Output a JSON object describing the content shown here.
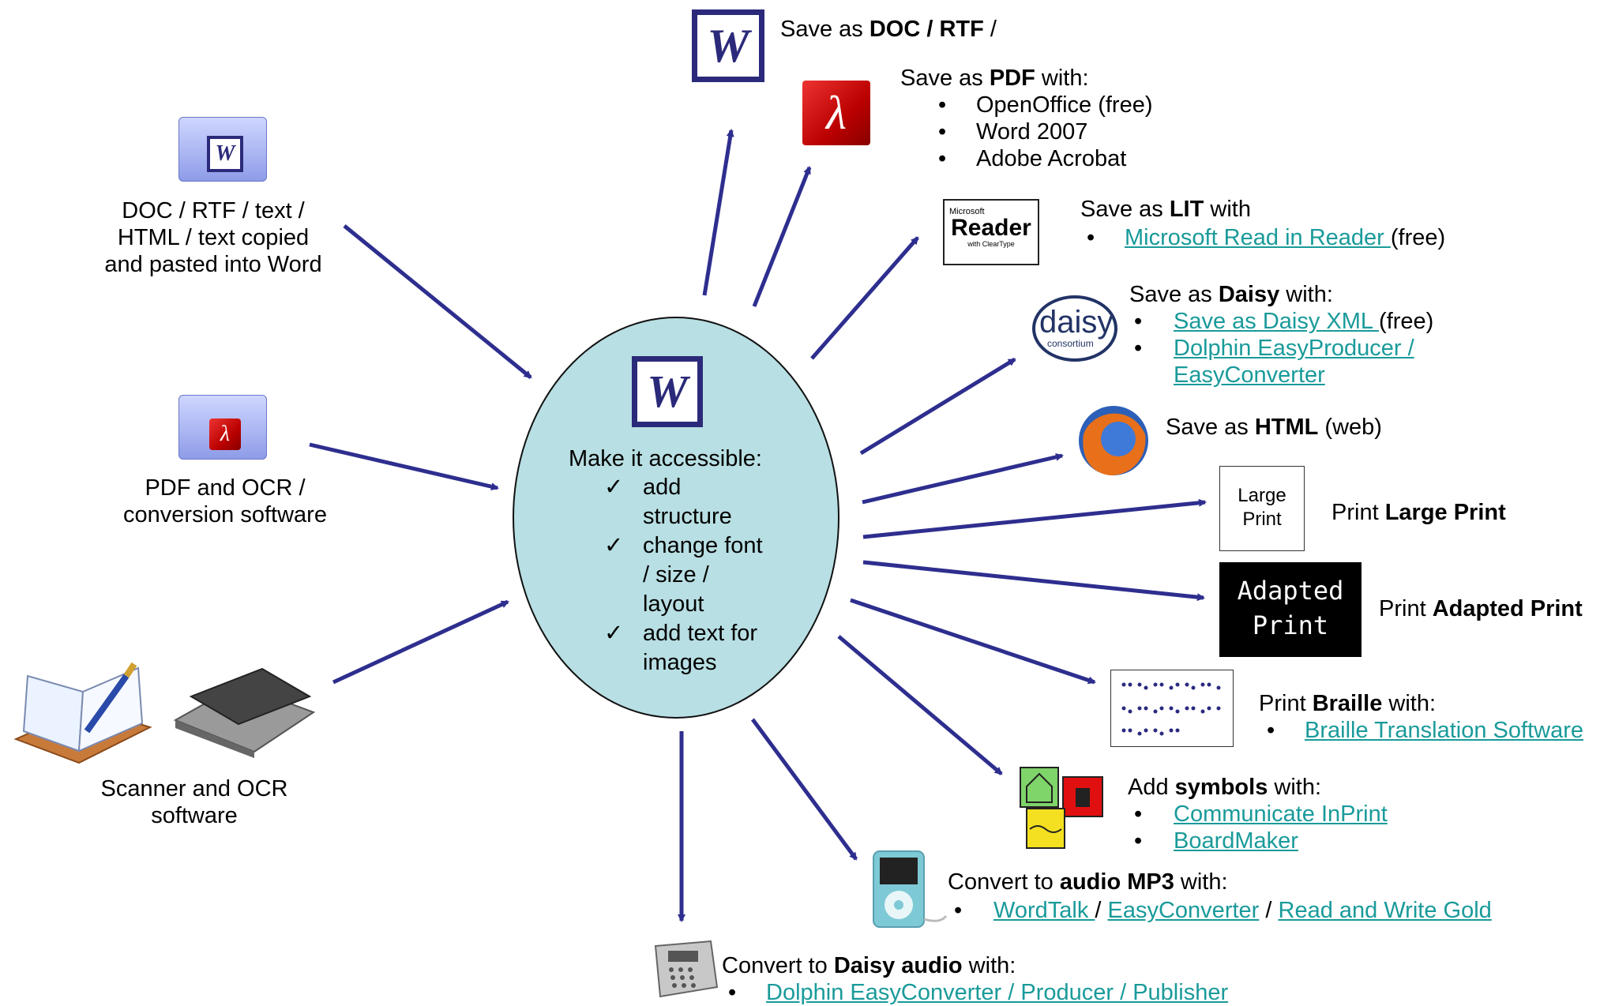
{
  "inputs": {
    "doc_text": [
      "DOC / RTF / text /",
      "HTML / text copied",
      "and pasted into Word"
    ],
    "pdf_text": [
      "PDF and OCR /",
      "conversion software"
    ],
    "scanner_text": [
      "Scanner and OCR",
      "software"
    ]
  },
  "center": {
    "title": "Make it accessible:",
    "check": "✓",
    "items": [
      [
        "add",
        "structure"
      ],
      [
        "change font",
        "/ size /",
        "layout"
      ],
      [
        "add text for",
        "images"
      ]
    ]
  },
  "bullet": "•",
  "outputs": {
    "doc": {
      "pre": "Save as ",
      "bold": "DOC / RTF",
      "post": " /"
    },
    "pdf": {
      "pre": "Save as ",
      "bold": "PDF",
      "post": " with:",
      "items": [
        "OpenOffice (free)",
        "Word 2007",
        "Adobe Acrobat"
      ]
    },
    "lit": {
      "pre": "Save as ",
      "bold": "LIT",
      "post": " with",
      "link": "Microsoft Read in Reader ",
      "after": "(free)",
      "logo_small": "Microsoft",
      "logo": "Reader",
      "logo_sub": "with ClearType"
    },
    "daisy": {
      "pre": "Save as ",
      "bold": "Daisy",
      "post": " with:",
      "link1": "Save as Daisy XML ",
      "after1": "(free)",
      "link2a": "Dolphin EasyProducer /",
      "link2b": "EasyConverter",
      "logo": "daisy",
      "logo_sub": "consortium"
    },
    "html": {
      "pre": "Save as ",
      "bold": "HTML",
      "post": " (web)"
    },
    "large": {
      "pre": "Print ",
      "bold": "Large Print",
      "box1": "Large",
      "box2": "Print"
    },
    "adapted": {
      "pre": "Print ",
      "bold": "Adapted Print",
      "box1": "Adapted",
      "box2": "Print"
    },
    "braille": {
      "pre": "Print ",
      "bold": "Braille",
      "post": " with:",
      "link": "Braille Translation Software"
    },
    "symbols": {
      "pre": "Add ",
      "bold": "symbols",
      "post": " with:",
      "link1": "Communicate InPrint",
      "link2": "BoardMaker"
    },
    "mp3": {
      "pre": "Convert to ",
      "bold": "audio MP3",
      "post": " with:",
      "link1": "WordTalk ",
      "sep1": " / ",
      "link2": "EasyConverter",
      "sep2": " / ",
      "link3": "Read and Write Gold"
    },
    "daisy_audio": {
      "pre": "Convert to ",
      "bold": "Daisy audio",
      "post": " with:",
      "link": "Dolphin EasyConverter / Producer / Publisher"
    }
  },
  "colors": {
    "arrow": "#2e2e8f",
    "ellipse": "#b8dfe3",
    "link": "#1a9a9a",
    "word_blue": "#2b2a7a"
  },
  "icons": {
    "word": "W",
    "pdf": "λ"
  }
}
